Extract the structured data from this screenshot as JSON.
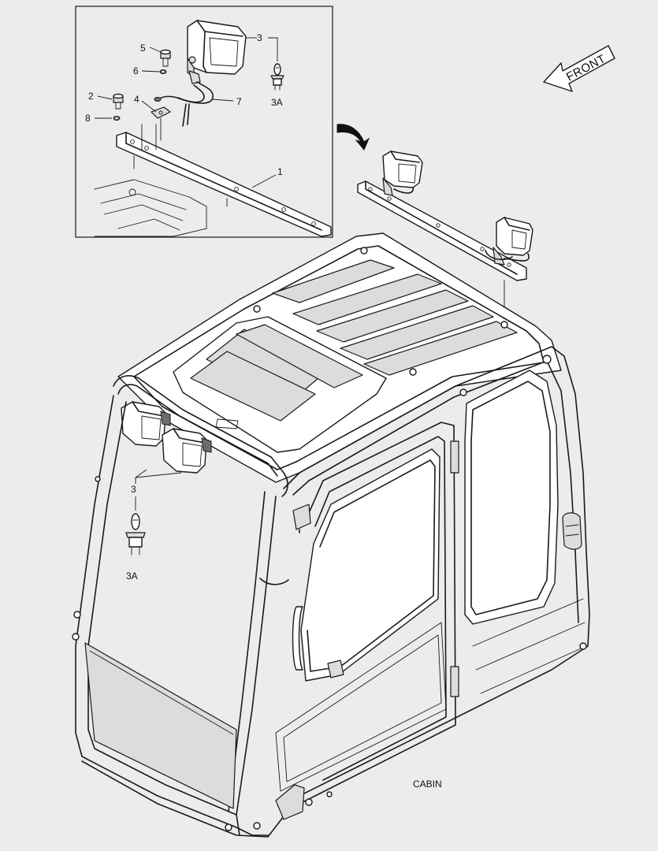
{
  "diagram": {
    "direction_label": "FRONT",
    "caption": "CABIN",
    "callouts": {
      "c1": "1",
      "c2": "2",
      "c3_inset": "3",
      "c3_cabin": "3",
      "c3a_inset": "3A",
      "c3a_cabin": "3A",
      "c4": "4",
      "c5": "5",
      "c6": "6",
      "c7": "7",
      "c8": "8"
    }
  }
}
